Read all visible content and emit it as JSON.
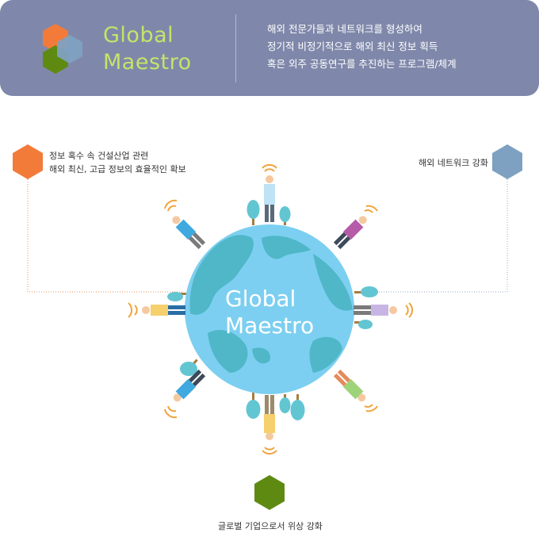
{
  "banner": {
    "title_line1": "Global",
    "title_line2": "Maestro",
    "desc_lines": [
      "해외 전문가들과 네트워크를 형성하여",
      "정기적 비정기적으로 해외 최신 정보 획득",
      "혹은 외주 공동연구를 추진하는 프로그램/체계"
    ]
  },
  "globe": {
    "line1": "Global",
    "line2": "Maestro"
  },
  "nodes": {
    "left_lines": [
      "정보 혹수 속 건설산업 관련",
      "해외 최신, 고급 정보의 효율적인 확보"
    ],
    "right": "해외 네트워크 강화",
    "bottom": "글로벌 기업으로서 위상 강화"
  },
  "colors": {
    "orange": "#f27b3a",
    "blue_gray": "#7fa1c1",
    "olive": "#5f8a12",
    "globe": "#7ccff0",
    "land": "#4fb7c8",
    "banner": "#7f88aa",
    "title_green": "#c6e36a"
  }
}
